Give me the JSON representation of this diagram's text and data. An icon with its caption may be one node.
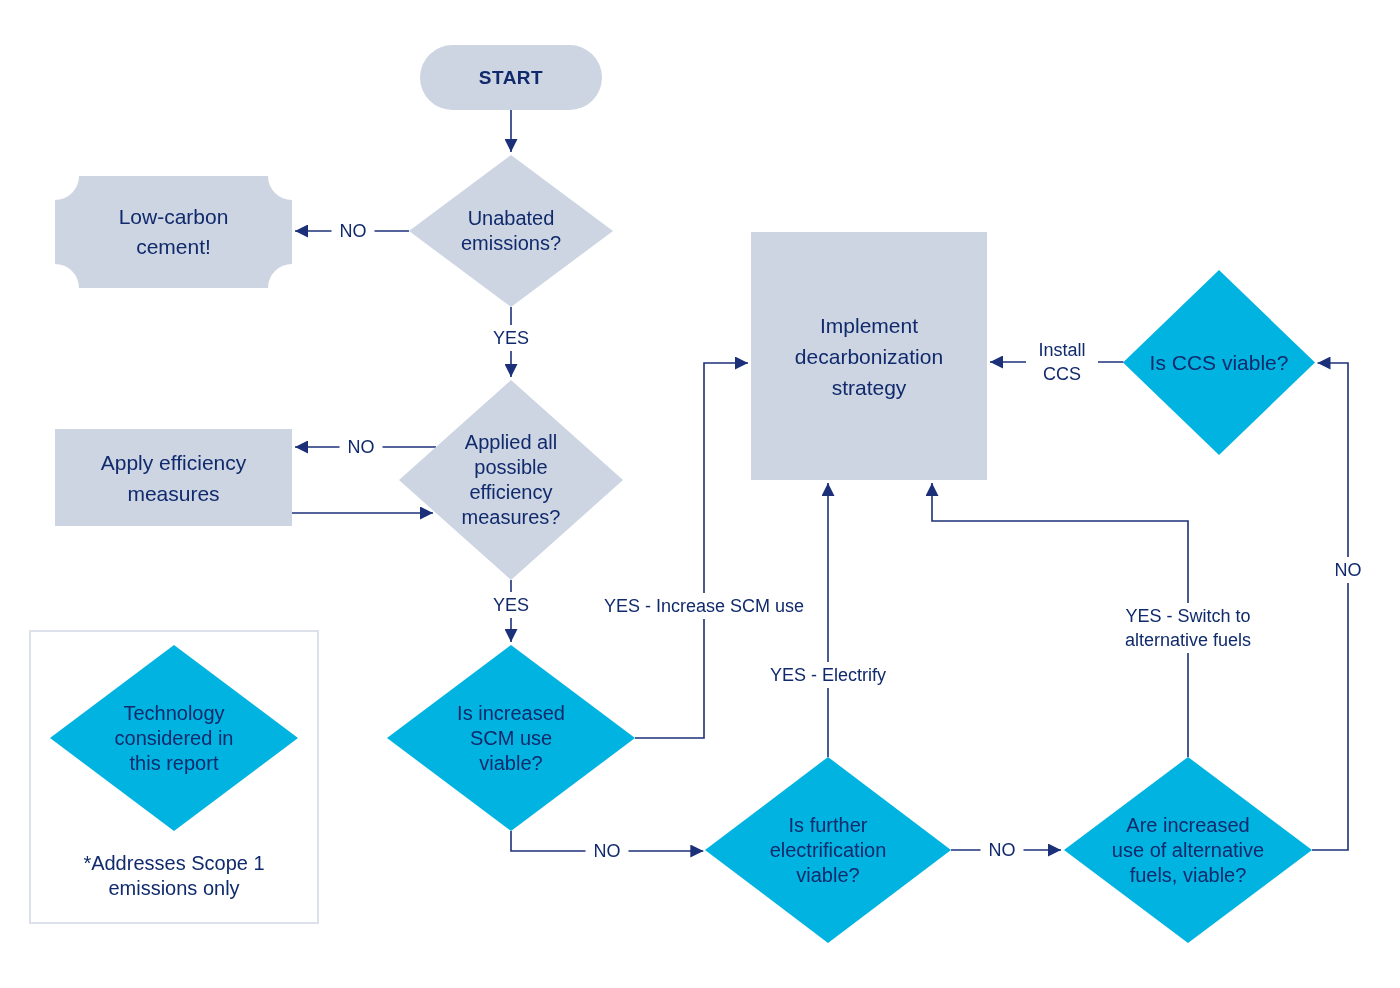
{
  "diagram": {
    "nodes": [
      {
        "text": [
          "START"
        ]
      },
      {
        "text": [
          "Unabated emissions?"
        ]
      },
      {
        "text": [
          "Low-carbon cement!"
        ]
      },
      {
        "text": [
          "Applied all possible efficiency measures?"
        ]
      },
      {
        "text": [
          "Apply efficiency measures"
        ]
      },
      {
        "text": [
          "Implement decarbonization strategy"
        ]
      },
      {
        "text": [
          "Is CCS viable?"
        ]
      },
      {
        "text": [
          "Is increased SCM use viable?"
        ]
      },
      {
        "text": [
          "Is further electrification viable?"
        ]
      },
      {
        "text": [
          "Are increased use of alternative fuels, viable?"
        ]
      }
    ],
    "edges": [
      {
        "from": 0,
        "to": 1,
        "arrow": "to"
      },
      {
        "from": 1,
        "to": 2,
        "arrow": "to",
        "label": "NO"
      },
      {
        "from": 1,
        "to": 3,
        "arrow": "to",
        "label": "YES"
      },
      {
        "from": 3,
        "to": 4,
        "arrow": "to",
        "label": "NO"
      },
      {
        "from": 4,
        "to": 3,
        "arrow": "to"
      },
      {
        "from": 3,
        "to": 7,
        "arrow": "to",
        "label": "YES"
      },
      {
        "from": 7,
        "to": 5,
        "arrow": "to",
        "label": "YES - Increase SCM use"
      },
      {
        "from": 7,
        "to": 8,
        "arrow": "to",
        "label": "NO"
      },
      {
        "from": 8,
        "to": 5,
        "arrow": "to",
        "label": "YES - Electrify"
      },
      {
        "from": 8,
        "to": 9,
        "arrow": "to",
        "label": "NO"
      },
      {
        "from": 9,
        "to": 5,
        "arrow": "to",
        "label": "YES - Switch to alternative fuels"
      },
      {
        "from": 9,
        "to": 6,
        "arrow": "to",
        "label": "NO"
      },
      {
        "from": 6,
        "to": 5,
        "arrow": "to",
        "label": "Install CCS"
      }
    ],
    "labels": [
      "*Addresses Scope 1 emissions only"
    ],
    "legend": [
      {
        "text": "Technology considered in this report",
        "color": "#00b3e0"
      }
    ]
  }
}
